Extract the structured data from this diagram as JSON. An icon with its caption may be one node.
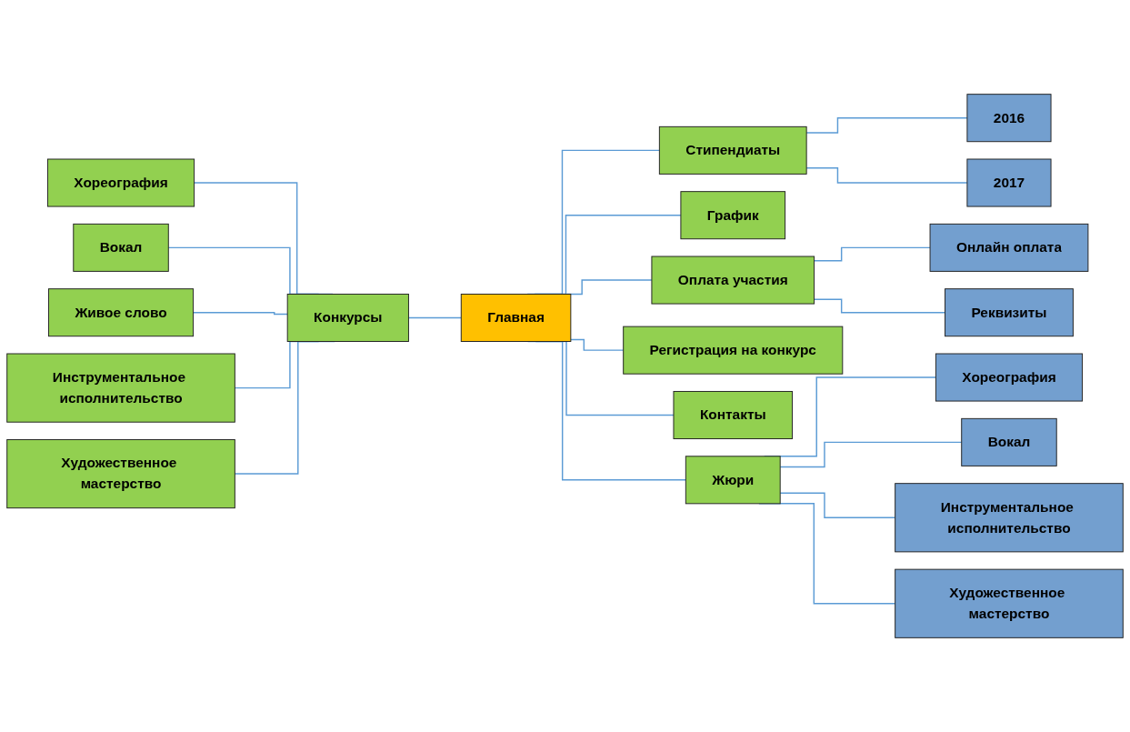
{
  "diagram": {
    "nodes": [
      {
        "text": [
          "Хореография"
        ]
      },
      {
        "text": [
          "Вокал"
        ]
      },
      {
        "text": [
          "Живое слово"
        ]
      },
      {
        "text": [
          "Инструментальное исполнительство"
        ]
      },
      {
        "text": [
          "Художественное мастерство"
        ]
      },
      {
        "text": [
          "Конкурсы"
        ]
      },
      {
        "text": [
          "Главная"
        ]
      },
      {
        "text": [
          "Жюри"
        ]
      },
      {
        "text": [
          "График"
        ]
      },
      {
        "text": [
          "Стипендиаты"
        ]
      },
      {
        "text": [
          "2016"
        ]
      },
      {
        "text": [
          "2017"
        ]
      },
      {
        "text": [
          "Регистрация на конкурс"
        ]
      },
      {
        "text": [
          "Контакты"
        ]
      },
      {
        "text": [
          "Оплата участия"
        ]
      },
      {
        "text": [
          "Онлайн оплата"
        ]
      },
      {
        "text": [
          "Реквизиты"
        ]
      },
      {
        "text": [
          "Хореография"
        ]
      },
      {
        "text": [
          "Вокал"
        ]
      },
      {
        "text": [
          "Инструментальное исполнительство"
        ]
      },
      {
        "text": [
          "Художественное мастерство"
        ]
      }
    ],
    "edges": [
      {
        "from": 0,
        "to": 5,
        "arrow": "none"
      },
      {
        "from": 1,
        "to": 5,
        "arrow": "none"
      },
      {
        "from": 2,
        "to": 5,
        "arrow": "none"
      },
      {
        "from": 3,
        "to": 5,
        "arrow": "none"
      },
      {
        "from": 4,
        "to": 5,
        "arrow": "none"
      },
      {
        "from": 5,
        "to": 6,
        "arrow": "none"
      },
      {
        "from": 6,
        "to": 8,
        "arrow": "none"
      },
      {
        "from": 6,
        "to": 9,
        "arrow": "none"
      },
      {
        "from": 9,
        "to": 10,
        "arrow": "none"
      },
      {
        "from": 9,
        "to": 11,
        "arrow": "none"
      },
      {
        "from": 6,
        "to": 12,
        "arrow": "none"
      },
      {
        "from": 6,
        "to": 13,
        "arrow": "none"
      },
      {
        "from": 6,
        "to": 14,
        "arrow": "none"
      },
      {
        "from": 14,
        "to": 15,
        "arrow": "none"
      },
      {
        "from": 14,
        "to": 16,
        "arrow": "none"
      },
      {
        "from": 6,
        "to": 7,
        "arrow": "none"
      },
      {
        "from": 7,
        "to": 17,
        "arrow": "none"
      },
      {
        "from": 7,
        "to": 18,
        "arrow": "none"
      },
      {
        "from": 7,
        "to": 19,
        "arrow": "none"
      },
      {
        "from": 7,
        "to": 20,
        "arrow": "none"
      }
    ]
  }
}
